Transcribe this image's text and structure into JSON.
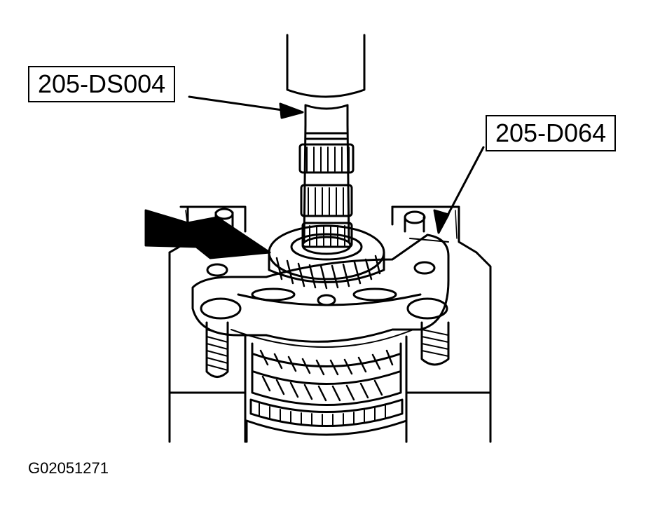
{
  "callouts": {
    "tool_upper": "205-DS004",
    "tool_right": "205-D064"
  },
  "figure_id": "G02051271",
  "colors": {
    "line": "#000000",
    "background": "#ffffff"
  }
}
